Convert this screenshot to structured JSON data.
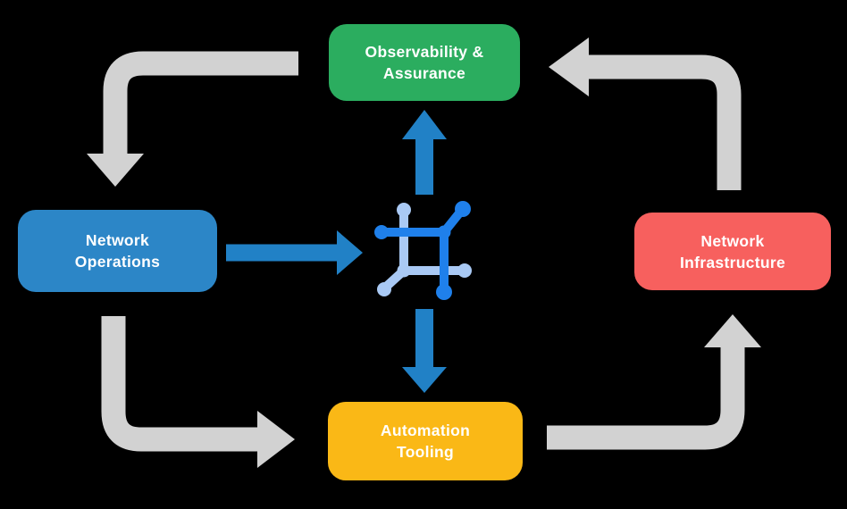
{
  "diagram": {
    "background": "#000000",
    "nodes": [
      {
        "id": "observability-assurance",
        "label": "Observability &\nAssurance",
        "color": "#2BAD5F",
        "text_color": "#FFFFFF"
      },
      {
        "id": "network-operations",
        "label": "Network\nOperations",
        "color": "#2C86C7",
        "text_color": "#FFFFFF"
      },
      {
        "id": "network-infrastructure",
        "label": "Network\nInfrastructure",
        "color": "#F7605E",
        "text_color": "#FFFFFF"
      },
      {
        "id": "automation-tooling",
        "label": "Automation\nTooling",
        "color": "#FAB816",
        "text_color": "#FFFFFF"
      }
    ],
    "center_icon": {
      "name": "network-automation-icon",
      "color_primary": "#1F80EB",
      "color_secondary": "#A9C9F4"
    },
    "colors": {
      "cycle_arrow": "#D2D2D2",
      "hub_arrow": "#2181C6"
    },
    "flows": [
      {
        "from": "observability-assurance",
        "to": "network-operations",
        "style": "gray-cycle"
      },
      {
        "from": "network-operations",
        "to": "automation-tooling",
        "style": "gray-cycle"
      },
      {
        "from": "automation-tooling",
        "to": "network-infrastructure",
        "style": "gray-cycle"
      },
      {
        "from": "network-infrastructure",
        "to": "observability-assurance",
        "style": "gray-cycle"
      },
      {
        "from": "network-operations",
        "to": "center-icon",
        "style": "blue-hub"
      },
      {
        "from": "center-icon",
        "to": "observability-assurance",
        "style": "blue-hub"
      },
      {
        "from": "center-icon",
        "to": "automation-tooling",
        "style": "blue-hub"
      }
    ]
  }
}
